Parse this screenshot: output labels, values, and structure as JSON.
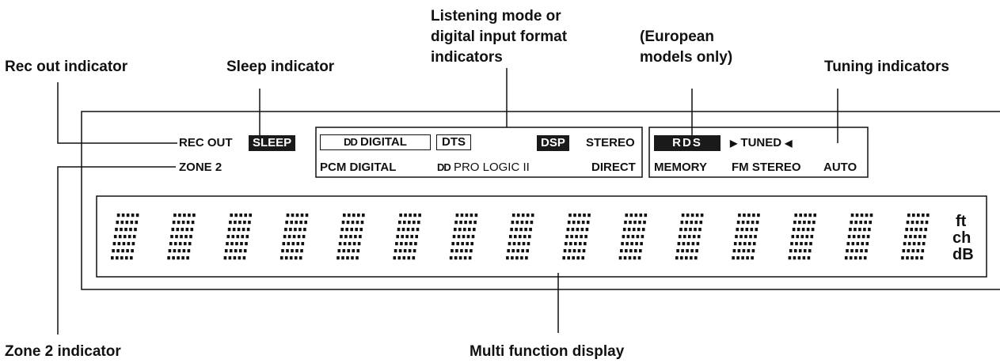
{
  "callouts": {
    "rec_out": "Rec out indicator",
    "sleep": "Sleep indicator",
    "listening_line1": "Listening mode or",
    "listening_line2": "digital input format",
    "listening_line3": "indicators",
    "european_line1": "(European",
    "european_line2": "models only)",
    "tuning": "Tuning indicators",
    "zone2": "Zone 2 indicator",
    "multi": "Multi function display"
  },
  "panel": {
    "rec_out": "REC OUT",
    "sleep": "SLEEP",
    "zone2": "ZONE 2",
    "digital_logo": "DD",
    "digital": "DIGITAL",
    "dts": "DTS",
    "dsp": "DSP",
    "stereo": "STEREO",
    "pcm_digital": "PCM DIGITAL",
    "prologic_logo": "DD",
    "prologic": "PRO LOGIC II",
    "direct": "DIRECT",
    "rds": "RDS",
    "tuned_left": "▶",
    "tuned": "TUNED",
    "tuned_right": "◀",
    "memory": "MEMORY",
    "fm_stereo": "FM STEREO",
    "auto": "AUTO",
    "unit_ft": "ft",
    "unit_ch": "ch",
    "unit_db": "dB"
  },
  "display": {
    "character_count": 15,
    "dot_columns": 5,
    "dot_rows": 7
  }
}
